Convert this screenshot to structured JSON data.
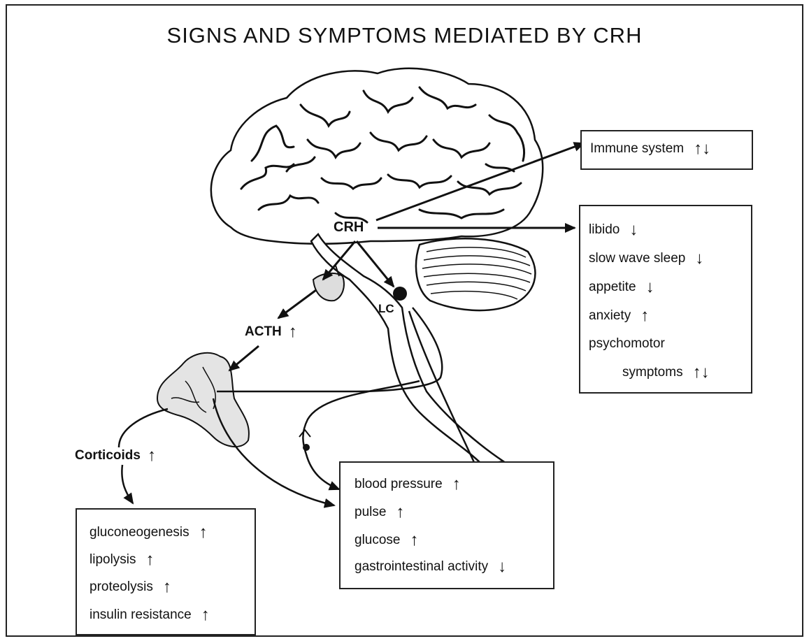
{
  "title": "SIGNS AND SYMPTOMS MEDIATED BY CRH",
  "labels": {
    "crh": "CRH",
    "lc": "LC",
    "acth": "ACTH",
    "corticoids": "Corticoids"
  },
  "immune_box": {
    "text": "Immune system",
    "direction": "↑↓"
  },
  "cns_box": {
    "items": [
      {
        "text": "libido",
        "direction": "↓"
      },
      {
        "text": "slow wave sleep",
        "direction": "↓"
      },
      {
        "text": "appetite",
        "direction": "↓"
      },
      {
        "text": "anxiety",
        "direction": "↑"
      },
      {
        "text": "psychomotor",
        "direction": ""
      },
      {
        "text": "symptoms",
        "direction": "↑↓"
      }
    ]
  },
  "autonomic_box": {
    "items": [
      {
        "text": "blood pressure",
        "direction": "↑"
      },
      {
        "text": "pulse",
        "direction": "↑"
      },
      {
        "text": "glucose",
        "direction": "↑"
      },
      {
        "text": "gastrointestinal activity",
        "direction": "↓"
      }
    ]
  },
  "metabolic_box": {
    "items": [
      {
        "text": "gluconeogenesis",
        "direction": "↑"
      },
      {
        "text": "lipolysis",
        "direction": "↑"
      },
      {
        "text": "proteolysis",
        "direction": "↑"
      },
      {
        "text": "insulin resistance",
        "direction": "↑"
      }
    ]
  },
  "acth_direction": "↑",
  "corticoids_direction": "↑"
}
